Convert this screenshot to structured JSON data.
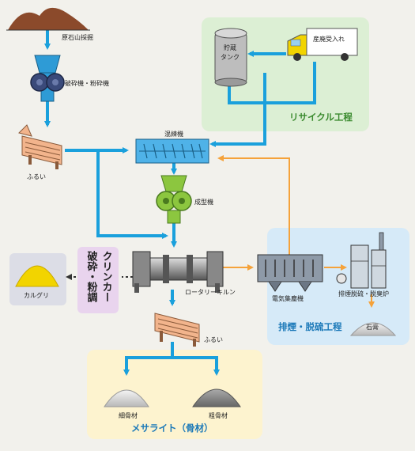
{
  "labels": {
    "quarry": "原石山採掘",
    "crusher": "破砕機・粉砕機",
    "screen_top": "ふるい",
    "mixer": "混練機",
    "forming": "成型機",
    "kiln": "ロータリーキルン",
    "screen_bottom": "ふるい",
    "storage_tank_line1": "貯蔵",
    "storage_tank_line2": "タンク",
    "truck": "産廃受入れ",
    "recycle_zone": "リサイクル工程",
    "precipitator": "電気集塵機",
    "desulfurization": "排煙脱硫・脱臭炉",
    "gypsum": "石膏",
    "flue_zone": "排煙・脱硫工程",
    "clinker_line1": "クリンカー",
    "clinker_line2": "破砕・粉調",
    "karuguri": "カルグリ",
    "fine_aggregate": "細骨材",
    "coarse_aggregate": "粗骨材",
    "mesalite_zone": "メサライト（骨材）"
  },
  "colors": {
    "flow_blue": "#1aa0dc",
    "flow_orange": "#f5a23a",
    "recycle_bg": "#dcefd4",
    "flue_bg": "#d6eaf8",
    "mesalite_bg": "#fdf3cf",
    "clinker_bg": "#e9d4ee",
    "karuguri_bg": "#dcdde6"
  }
}
